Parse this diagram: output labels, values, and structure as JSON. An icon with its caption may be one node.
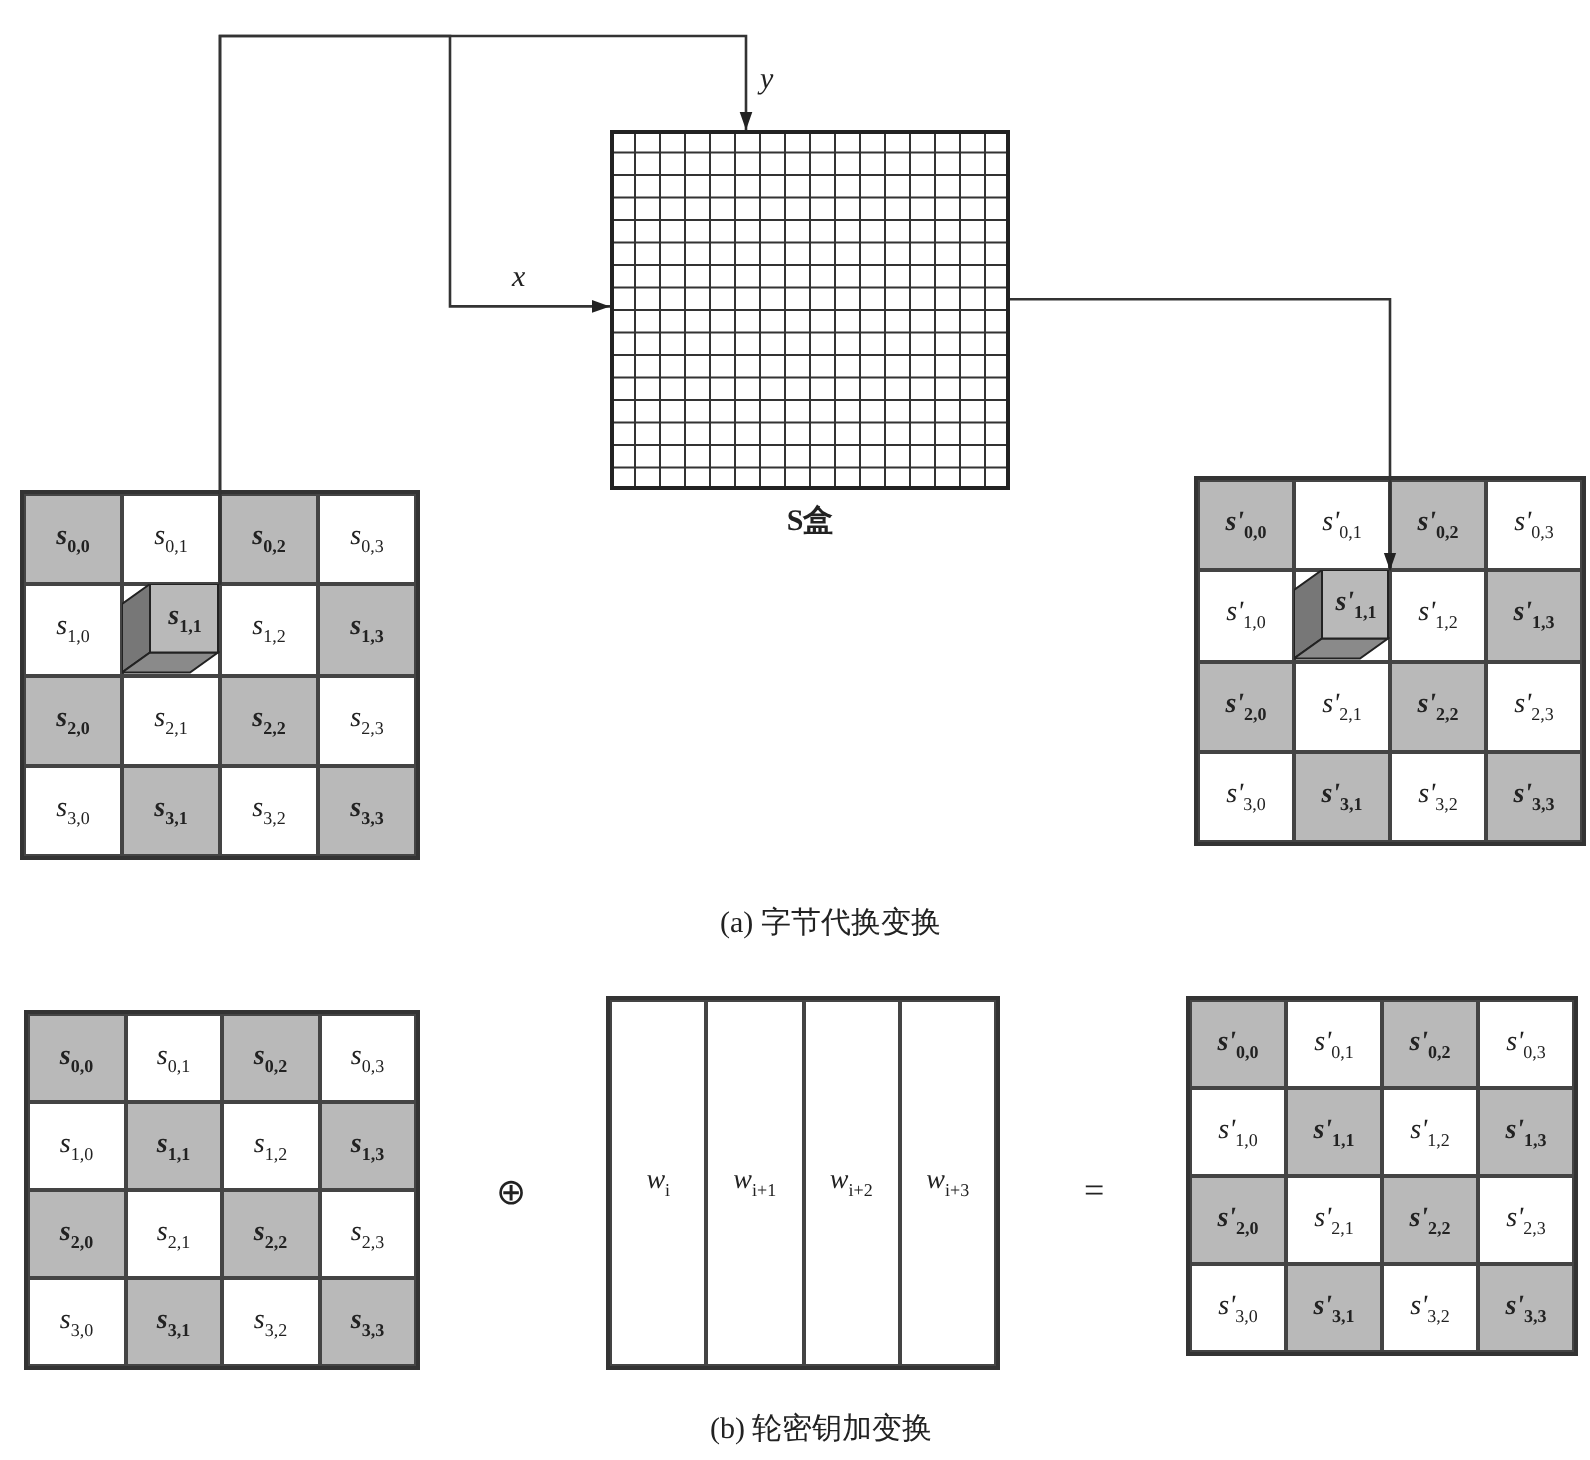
{
  "diagram": {
    "nodes": [
      {
        "text": [],
        "shape": "box"
      },
      {
        "text": [
          "s$_{0,0}$"
        ],
        "in": 0
      },
      {
        "text": [
          "s$_{0,1}$"
        ],
        "in": 0
      },
      {
        "text": [
          "s$_{0,2}$"
        ],
        "in": 0
      },
      {
        "text": [
          "s$_{0,3}$"
        ],
        "in": 0
      },
      {
        "text": [
          "s$_{1,0}$"
        ],
        "in": 0
      },
      {
        "text": [
          "s$_{1,1}$"
        ],
        "in": 0
      },
      {
        "text": [
          "s$_{1,2}$"
        ],
        "in": 0
      },
      {
        "text": [
          "s$_{1,3}$"
        ],
        "in": 0
      },
      {
        "text": [
          "s$_{2,0}$"
        ],
        "in": 0
      },
      {
        "text": [
          "s$_{2,1}$"
        ],
        "in": 0
      },
      {
        "text": [
          "s$_{2,2}$"
        ],
        "in": 0
      },
      {
        "text": [
          "s$_{2,3}$"
        ],
        "in": 0
      },
      {
        "text": [
          "s$_{3,0}$"
        ],
        "in": 0
      },
      {
        "text": [
          "s$_{3,1}$"
        ],
        "in": 0
      },
      {
        "text": [
          "s$_{3,2}$"
        ],
        "in": 0
      },
      {
        "text": [
          "s$_{3,3}$"
        ],
        "in": 0
      },
      {
        "text": [
          "S盒"
        ]
      },
      {
        "text": [],
        "shape": "box"
      },
      {
        "text": [
          "s'$_{0,0}$"
        ],
        "in": 18
      },
      {
        "text": [
          "s'$_{0,1}$"
        ],
        "in": 18
      },
      {
        "text": [
          "s'$_{0,2}$"
        ],
        "in": 18
      },
      {
        "text": [
          "s'$_{0,3}$"
        ],
        "in": 18
      },
      {
        "text": [
          "s'$_{1,0}$"
        ],
        "in": 18
      },
      {
        "text": [
          "s'$_{1,1}$"
        ],
        "in": 18
      },
      {
        "text": [
          "s'$_{1,2}$"
        ],
        "in": 18
      },
      {
        "text": [
          "s'$_{1,3}$"
        ],
        "in": 18
      },
      {
        "text": [
          "s'$_{2,0}$"
        ],
        "in": 18
      },
      {
        "text": [
          "s'$_{2,1}$"
        ],
        "in": 18
      },
      {
        "text": [
          "s'$_{2,2}$"
        ],
        "in": 18
      },
      {
        "text": [
          "s'$_{2,3}$"
        ],
        "in": 18
      },
      {
        "text": [
          "s'$_{3,0}$"
        ],
        "in": 18
      },
      {
        "text": [
          "s'$_{3,1}$"
        ],
        "in": 18
      },
      {
        "text": [
          "s'$_{3,2}$"
        ],
        "in": 18
      },
      {
        "text": [
          "s'$_{3,3}$"
        ],
        "in": 18
      },
      {
        "text": [],
        "shape": "box"
      },
      {
        "text": [
          "s$_{0,0}$"
        ],
        "in": 35
      },
      {
        "text": [
          "s$_{0,1}$"
        ],
        "in": 35
      },
      {
        "text": [
          "s$_{0,2}$"
        ],
        "in": 35
      },
      {
        "text": [
          "s$_{0,3}$"
        ],
        "in": 35
      },
      {
        "text": [
          "s$_{1,0}$"
        ],
        "in": 35
      },
      {
        "text": [
          "s$_{1,1}$"
        ],
        "in": 35
      },
      {
        "text": [
          "s$_{1,2}$"
        ],
        "in": 35
      },
      {
        "text": [
          "s$_{1,3}$"
        ],
        "in": 35
      },
      {
        "text": [
          "s$_{2,0}$"
        ],
        "in": 35
      },
      {
        "text": [
          "s$_{2,1}$"
        ],
        "in": 35
      },
      {
        "text": [
          "s$_{2,2}$"
        ],
        "in": 35
      },
      {
        "text": [
          "s$_{2,3}$"
        ],
        "in": 35
      },
      {
        "text": [
          "s$_{3,0}$"
        ],
        "in": 35
      },
      {
        "text": [
          "s$_{3,1}$"
        ],
        "in": 35
      },
      {
        "text": [
          "s$_{3,2}$"
        ],
        "in": 35
      },
      {
        "text": [
          "s$_{3,3}$"
        ],
        "in": 35
      },
      {
        "text": [],
        "shape": "box"
      },
      {
        "text": [
          "w$_{i}$"
        ],
        "in": 52
      },
      {
        "text": [
          "w$_{i+1}$"
        ],
        "in": 52
      },
      {
        "text": [
          "w$_{i+2}$"
        ],
        "in": 52
      },
      {
        "text": [
          "w$_{i+3}$"
        ],
        "in": 52
      },
      {
        "text": [],
        "shape": "box"
      },
      {
        "text": [
          "s'$_{0,0}$"
        ],
        "in": 57
      },
      {
        "text": [
          "s'$_{0,1}$"
        ],
        "in": 57
      },
      {
        "text": [
          "s'$_{0,2}$"
        ],
        "in": 57
      },
      {
        "text": [
          "s'$_{0,3}$"
        ],
        "in": 57
      },
      {
        "text": [
          "s'$_{1,0}$"
        ],
        "in": 57
      },
      {
        "text": [
          "s'$_{1,1}$"
        ],
        "in": 57
      },
      {
        "text": [
          "s'$_{1,2}$"
        ],
        "in": 57
      },
      {
        "text": [
          "s'$_{1,3}$"
        ],
        "in": 57
      },
      {
        "text": [
          "s'$_{2,0}$"
        ],
        "in": 57
      },
      {
        "text": [
          "s'$_{2,1}$"
        ],
        "in": 57
      },
      {
        "text": [
          "s'$_{2,2}$"
        ],
        "in": 57
      },
      {
        "text": [
          "s'$_{2,3}$"
        ],
        "in": 57
      },
      {
        "text": [
          "s'$_{3,0}$"
        ],
        "in": 57
      },
      {
        "text": [
          "s'$_{3,1}$"
        ],
        "in": 57
      },
      {
        "text": [
          "s'$_{3,2}$"
        ],
        "in": 57
      },
      {
        "text": [
          "s'$_{3,3}$"
        ],
        "in": 57
      }
    ],
    "edges": [
      {
        "from": 6,
        "to": 17,
        "arrow": "to",
        "label": "y"
      },
      {
        "from": 6,
        "to": 17,
        "arrow": "to",
        "label": "x"
      },
      {
        "from": 17,
        "to": 24,
        "arrow": "to"
      }
    ],
    "labels": [
      "(a) 字节代换变换",
      "⊕",
      "=",
      "(b) 轮密钥加变换"
    ]
  }
}
